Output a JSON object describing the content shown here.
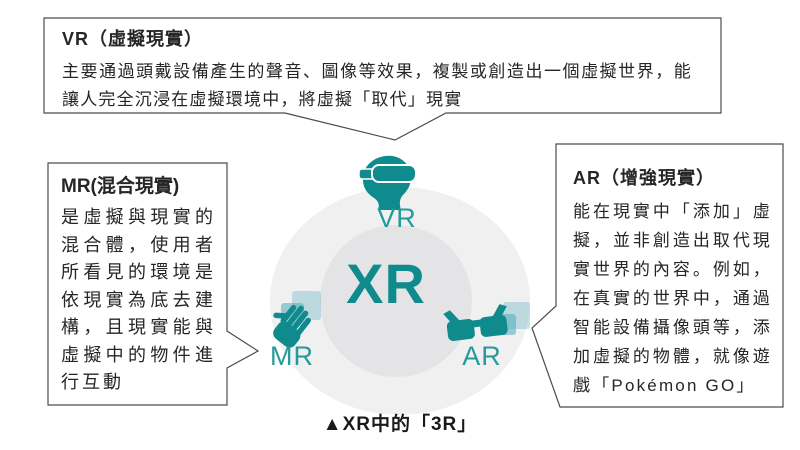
{
  "figure": {
    "center_label": "XR",
    "caption_marker": "▲",
    "caption_text": "XR中的「3R」",
    "nodes": [
      {
        "id": "vr",
        "label": "VR"
      },
      {
        "id": "mr",
        "label": "MR"
      },
      {
        "id": "ar",
        "label": "AR"
      }
    ],
    "colors": {
      "teal": "#0f8a8d",
      "label_teal": "#259a9b",
      "square": "#58aebc",
      "circle_outer": "#f0f0f1",
      "circle_inner": "#e4e4e6",
      "border": "#4c4c4c",
      "text": "#262626"
    }
  },
  "callouts": {
    "vr": {
      "title": "VR（虛擬現實）",
      "body": "主要通過頭戴設備產生的聲音、圖像等效果，複製或創造出一個虛擬世界，能讓人完全沉浸在虛擬環境中，將虛擬「取代」現實"
    },
    "mr": {
      "title": "MR(混合現實)",
      "body": "是虛擬與現實的混合體，使用者所看見的環境是依現實為底去建構，且現實能與虛擬中的物件進行互動"
    },
    "ar": {
      "title": "AR（增強現實）",
      "body": "能在現實中「添加」虛擬，並非創造出取代現實世界的內容。例如，在真實的世界中，通過智能設備攝像頭等，添加虛擬的物體，就像遊戲「Pokémon GO」"
    }
  }
}
